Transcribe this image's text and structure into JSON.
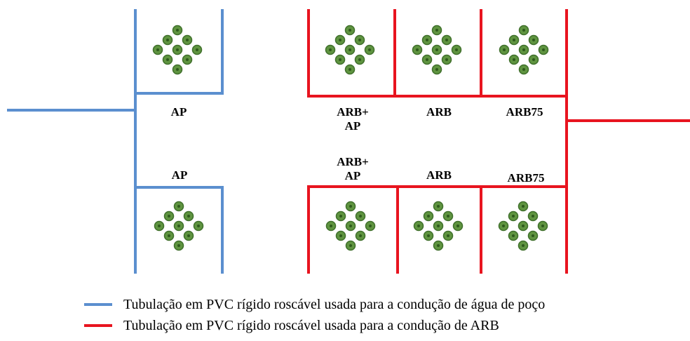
{
  "colors": {
    "well_water_pipe": "#5b8fcf",
    "arb_pipe": "#e8141f",
    "plant_fill": "#5f9440",
    "plant_stroke": "#3f6f2b"
  },
  "beds": [
    {
      "id": "top-ap",
      "label_lines": [
        "AP"
      ],
      "pipe": "well_water_pipe"
    },
    {
      "id": "top-arb-ap",
      "label_lines": [
        "ARB+",
        "AP"
      ],
      "pipe": "arb_pipe"
    },
    {
      "id": "top-arb",
      "label_lines": [
        "ARB"
      ],
      "pipe": "arb_pipe"
    },
    {
      "id": "top-arb75",
      "label_lines": [
        "ARB75"
      ],
      "pipe": "arb_pipe"
    },
    {
      "id": "bottom-ap",
      "label_lines": [
        "AP"
      ],
      "pipe": "well_water_pipe"
    },
    {
      "id": "bottom-arb-ap",
      "label_lines": [
        "ARB+",
        "AP"
      ],
      "pipe": "arb_pipe"
    },
    {
      "id": "bottom-arb",
      "label_lines": [
        "ARB"
      ],
      "pipe": "arb_pipe"
    },
    {
      "id": "bottom-arb75",
      "label_lines": [
        "ARB75"
      ],
      "pipe": "arb_pipe"
    }
  ],
  "legend": [
    {
      "text": "Tubulação em PVC rígido roscável usada para a condução de água de poço",
      "color_key": "well_water_pipe"
    },
    {
      "text": "Tubulação em PVC rígido roscável usada para a condução de ARB",
      "color_key": "arb_pipe"
    }
  ]
}
